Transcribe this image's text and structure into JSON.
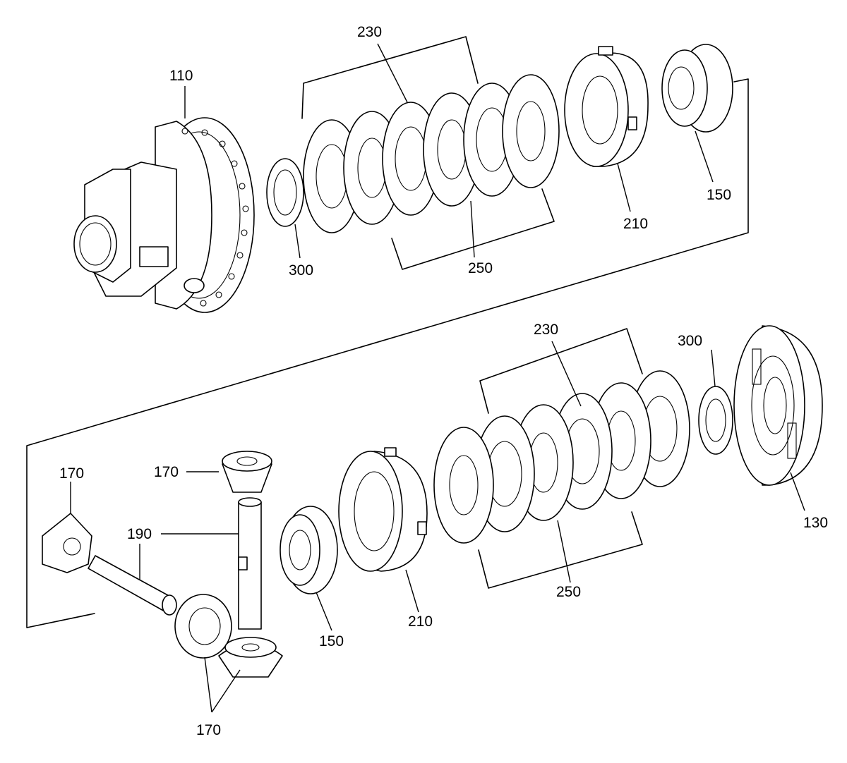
{
  "diagram": {
    "labels": {
      "case_110": "110",
      "cover_130": "130",
      "side_gear_150_top": "150",
      "side_gear_150_bottom": "150",
      "pinion_170_top": "170",
      "pinion_170_left": "170",
      "pinion_170_bottom": "170",
      "shaft_190": "190",
      "pressure_ring_210_top": "210",
      "pressure_ring_210_bottom": "210",
      "plates_230_top": "230",
      "plates_230_bottom": "230",
      "discs_250_top": "250",
      "discs_250_bottom": "250",
      "shim_300_top": "300",
      "shim_300_bottom": "300"
    },
    "colors": {
      "line": "#000000",
      "background": "#ffffff"
    }
  }
}
